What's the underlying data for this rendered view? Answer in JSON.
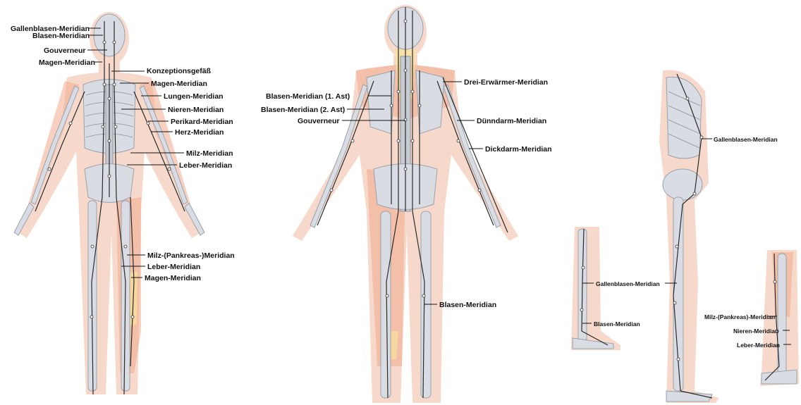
{
  "front_figure": {
    "labels": {
      "gallbladder_top": "Gallenblasen-Meridian",
      "bladder_top": "Blasen-Meridian",
      "governor": "Gouverneur",
      "stomach_top": "Magen-Meridian",
      "conception": "Konzeptionsgefäß",
      "stomach_chest": "Magen-Meridian",
      "lung": "Lungen-Meridian",
      "kidney": "Nieren-Meridian",
      "pericardium": "Perikard-Meridian",
      "heart": "Herz-Meridian",
      "spleen": "Milz-Meridian",
      "liver": "Leber-Meridian",
      "spleen_pancreas": "Milz-(Pankreas-)Meridian",
      "liver_leg": "Leber-Meridian",
      "stomach_leg": "Magen-Meridian"
    }
  },
  "back_figure": {
    "labels": {
      "bladder_branch1": "Blasen-Meridian (1. Ast)",
      "bladder_branch2": "Blasen-Meridian (2. Ast)",
      "governor": "Gouverneur",
      "triple_warmer": "Drei-Erwärmer-Meridian",
      "small_intestine": "Dünndarm-Meridian",
      "large_intestine": "Dickdarm-Meridian",
      "bladder_leg": "Blasen-Meridian"
    }
  },
  "side_figure": {
    "labels": {
      "gallbladder": "Gallenblasen-Meridian",
      "gallbladder_leg": "Gallenblasen-Meridian",
      "bladder_leg": "Blasen-Meridian",
      "spleen_pancreas": "Milz-(Pankreas)-Meridian",
      "kidney": "Nieren-Meridian",
      "liver": "Leber-Meridian"
    }
  }
}
